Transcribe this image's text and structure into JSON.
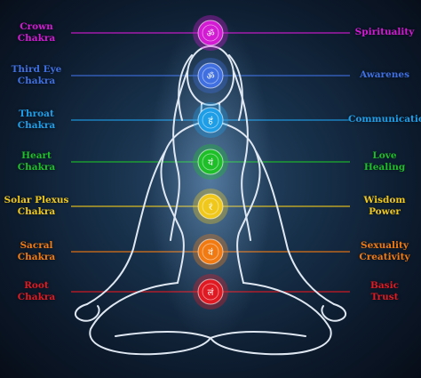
{
  "chakras": [
    {
      "key": "crown",
      "name": [
        "Crown",
        "Chakra"
      ],
      "meaning": [
        "Spirituality"
      ],
      "color": "#d21bd3",
      "glyph": "ॐ"
    },
    {
      "key": "third-eye",
      "name": [
        "Third Eye",
        "Chakra"
      ],
      "meaning": [
        "Awarenes"
      ],
      "color": "#3f6fe0",
      "glyph": "ॐ"
    },
    {
      "key": "throat",
      "name": [
        "Throat",
        "Chakra"
      ],
      "meaning": [
        "Communication"
      ],
      "color": "#1f9ee8",
      "glyph": "हं"
    },
    {
      "key": "heart",
      "name": [
        "Heart",
        "Chakra"
      ],
      "meaning": [
        "Love",
        "Healing"
      ],
      "color": "#1fbf2a",
      "glyph": "यं"
    },
    {
      "key": "solar-plexus",
      "name": [
        "Solar Plexus",
        "Chakra"
      ],
      "meaning": [
        "Wisdom",
        "Power"
      ],
      "color": "#f0c81c",
      "glyph": "रं"
    },
    {
      "key": "sacral",
      "name": [
        "Sacral",
        "Chakra"
      ],
      "meaning": [
        "Sexuality",
        "Creativity"
      ],
      "color": "#f27a12",
      "glyph": "वं"
    },
    {
      "key": "root",
      "name": [
        "Root",
        "Chakra"
      ],
      "meaning": [
        "Basic",
        "Trust"
      ],
      "color": "#e01a22",
      "glyph": "लं"
    }
  ],
  "colors": {
    "background": "#0c1a2c",
    "figure_outline": "#dfe8f2"
  }
}
